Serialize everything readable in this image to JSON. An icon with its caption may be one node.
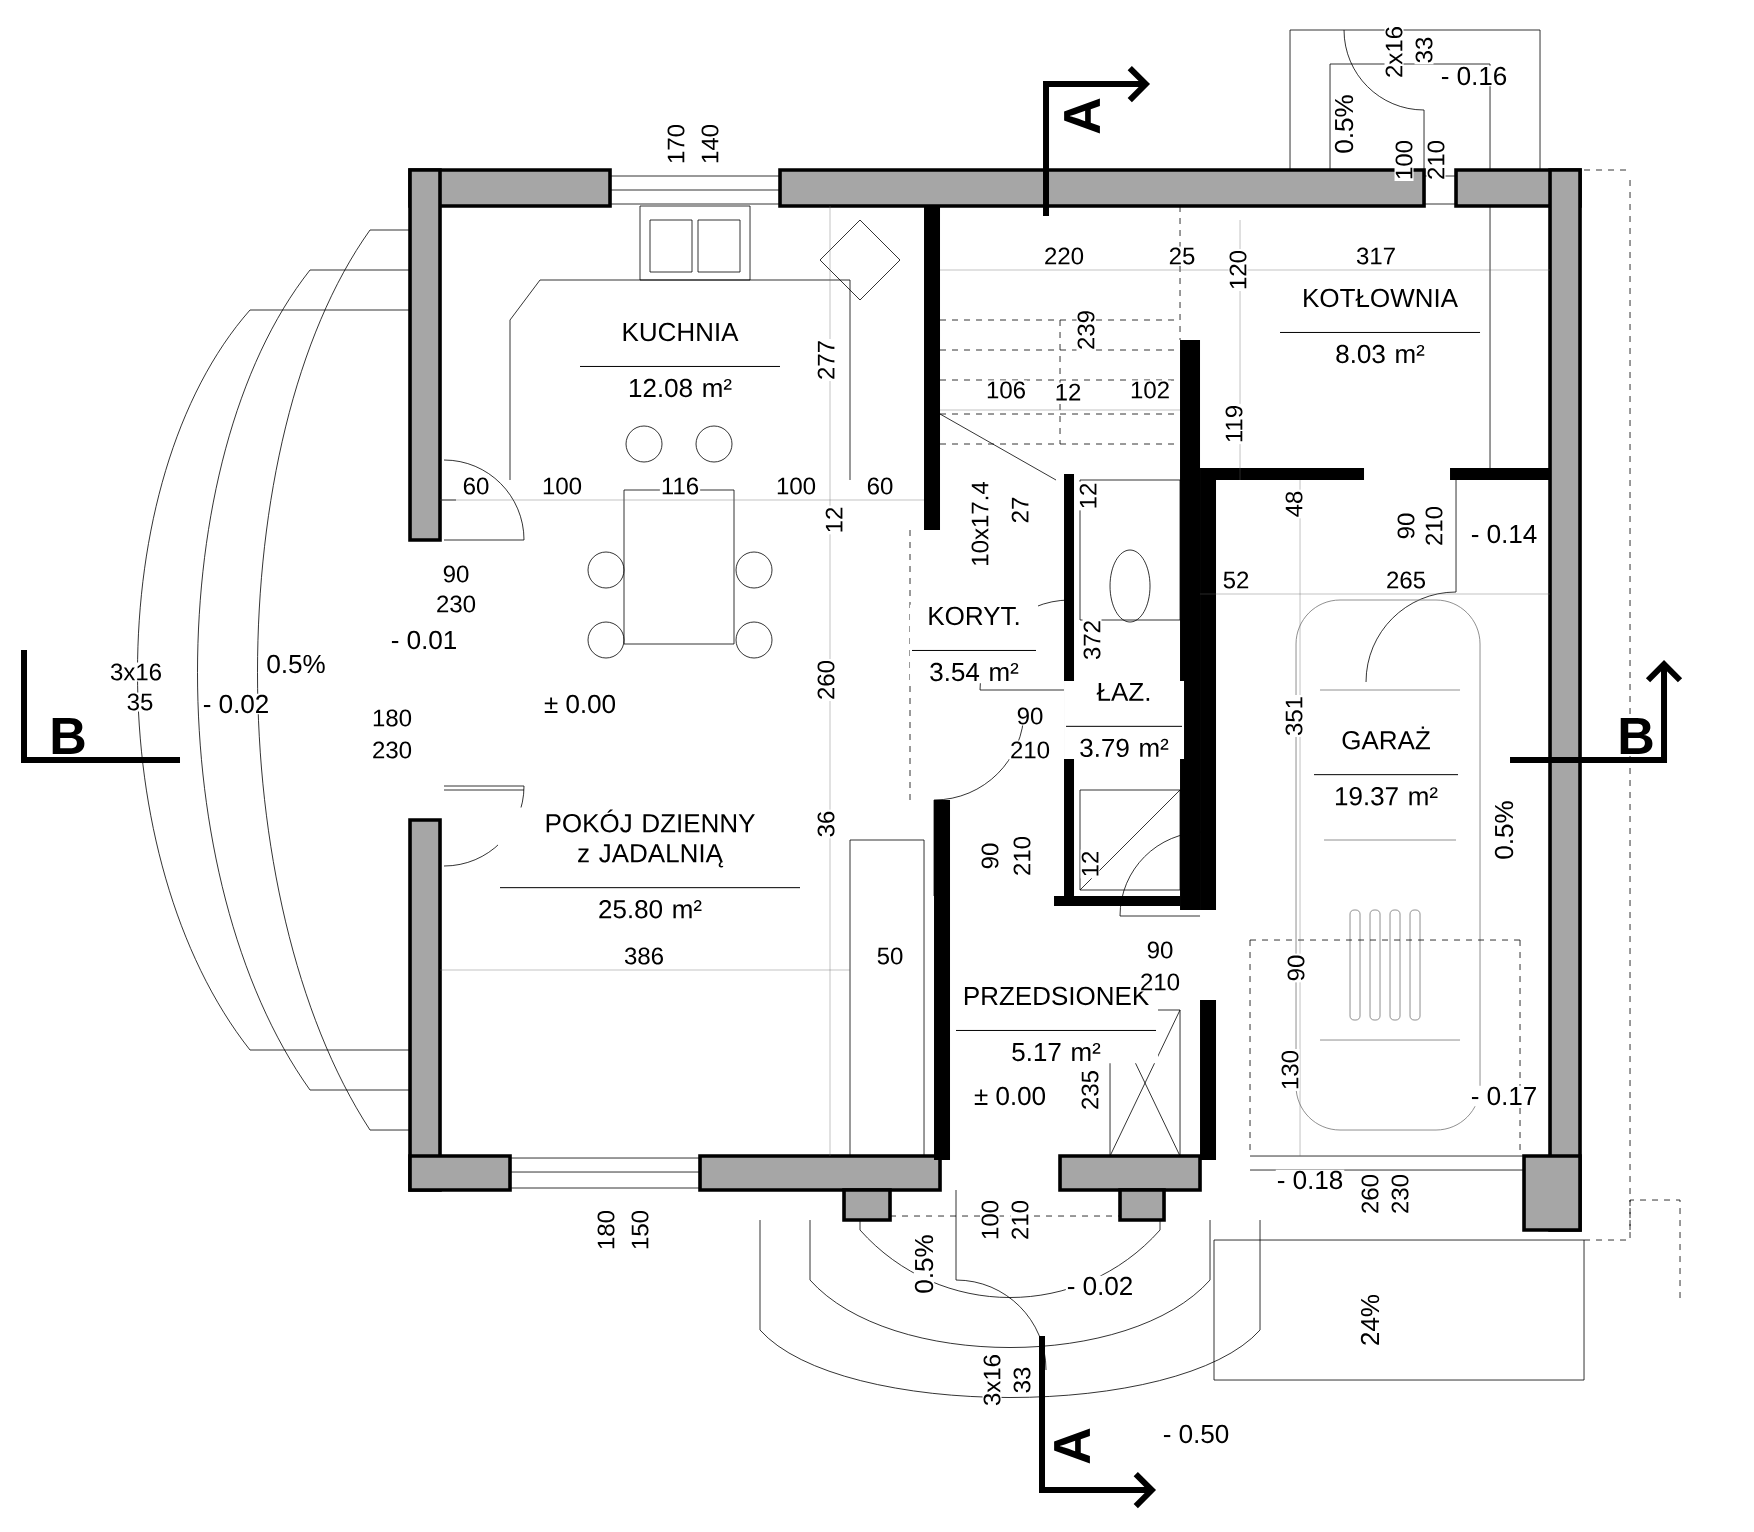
{
  "diagram": {
    "nodes": [
      {
        "text": [
          "KUCHNIA",
          "12.08 m²"
        ]
      },
      {
        "text": [
          "KOTŁOWNIA",
          "8.03 m²"
        ]
      },
      {
        "text": [
          "KORYT.",
          "3.54 m²"
        ]
      },
      {
        "text": [
          "ŁAZ.",
          "3.79 m²"
        ]
      },
      {
        "text": [
          "GARAŻ",
          "19.37 m²"
        ]
      },
      {
        "text": [
          "POKÓJ DZIENNY z JADALNIĄ",
          "25.80 m²"
        ]
      },
      {
        "text": [
          "PRZEDSIONEK",
          "5.17 m²"
        ]
      }
    ],
    "labels": [
      "170",
      "140",
      "A",
      "2x16",
      "33",
      "0.5%",
      "- 0.16",
      "100",
      "210",
      "220",
      "25",
      "120",
      "317",
      "277",
      "239",
      "106",
      "12",
      "102",
      "119",
      "60",
      "100",
      "116",
      "100",
      "60",
      "12",
      "10x17.4",
      "27",
      "12",
      "48",
      "90",
      "210",
      "- 0.14",
      "90",
      "230",
      "52",
      "265",
      "- 0.01",
      "3x16",
      "0.5%",
      "35",
      "- 0.02",
      "372",
      "B",
      "180",
      "230",
      "± 0.00",
      "260",
      "90",
      "210",
      "351",
      "B",
      "36",
      "0.5%",
      "90",
      "210",
      "12",
      "386",
      "50",
      "90",
      "210",
      "90",
      "130",
      "± 0.00",
      "235",
      "- 0.17",
      "- 0.18",
      "260",
      "230",
      "180",
      "150",
      "100",
      "210",
      "0.5%",
      "- 0.02",
      "24%",
      "3x16",
      "33",
      "A",
      "- 0.50"
    ]
  }
}
